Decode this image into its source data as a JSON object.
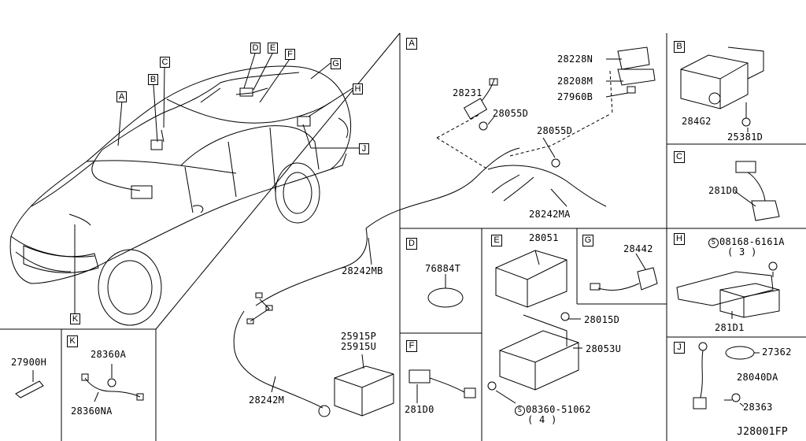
{
  "sections": {
    "A": "A",
    "B": "B",
    "C": "C",
    "D": "D",
    "E": "E",
    "F": "F",
    "G": "G",
    "H": "H",
    "J": "J",
    "K": "K"
  },
  "callouts": {
    "A": "A",
    "B": "B",
    "C": "C",
    "D": "D",
    "E": "E",
    "F": "F",
    "G": "G",
    "H": "H",
    "J": "J",
    "K": "K"
  },
  "parts": {
    "p27900H": "27900H",
    "p28360A": "28360A",
    "p28360NA": "28360NA",
    "p28242M": "28242M",
    "p28242MB": "28242MB",
    "p25915P": "25915P",
    "p25915U": "25915U",
    "p28231": "28231",
    "p28055D_a": "28055D",
    "p28055D_b": "28055D",
    "p28242MA": "28242MA",
    "p28228N": "28228N",
    "p28208M": "28208M",
    "p27960B": "27960B",
    "p284G2": "284G2",
    "p25381D": "25381D",
    "p281D0_c": "281D0",
    "p76884T": "76884T",
    "p28051": "28051",
    "p28442": "28442",
    "p08168": "08168-6161A",
    "p08168_qty": "( 3 )",
    "p281D1": "281D1",
    "p28015D": "28015D",
    "p28053U": "28053U",
    "p08360": "08360-51062",
    "p08360_qty": "( 4 )",
    "p281D0_f": "281D0",
    "p27362": "27362",
    "p28040DA": "28040DA",
    "p28363": "28363"
  },
  "symbols": {
    "screw_s": "S"
  },
  "diagram_code": "J28001FP"
}
